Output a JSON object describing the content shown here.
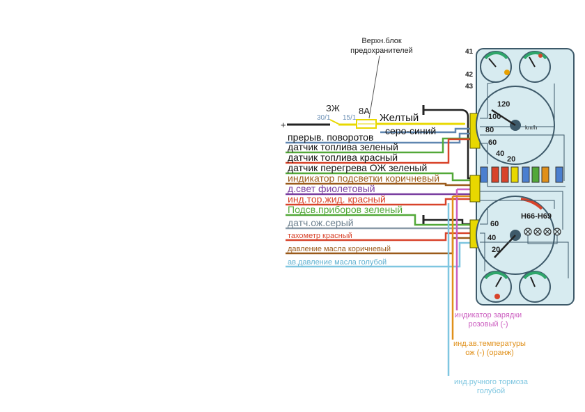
{
  "fuse": {
    "header": [
      "Верхн.блок",
      "предохранителей"
    ],
    "ignition": "ЗЖ",
    "contact_a": "30/1",
    "contact_b": "15/1",
    "rating": "8А",
    "plus": "+"
  },
  "wires": [
    {
      "label": "Желтый",
      "color": "#e8d800"
    },
    {
      "label": "серо-синий",
      "color": "#5f86b0"
    },
    {
      "label": "прерыв. поворотов",
      "color": "#5f86b0"
    },
    {
      "label": "датчик топлива зеленый",
      "color": "#52a838"
    },
    {
      "label": "датчик топлива красный",
      "color": "#d8432a"
    },
    {
      "label": "датчик перегрева ОЖ зеленый",
      "color": "#52a838"
    },
    {
      "label": "индикатор подсветки коричневый",
      "color": "#9a5a1a"
    },
    {
      "label": "д.свет фиолетовый",
      "color": "#7a3fa0"
    },
    {
      "label": "инд.тор.жид. красный",
      "color": "#d8432a"
    },
    {
      "label": "Подсв.приборов зеленый",
      "color": "#52a838"
    },
    {
      "label": "датч.ож.серый",
      "color": "#8a9aa8"
    },
    {
      "label": "тахометр красный",
      "color": "#d8432a"
    },
    {
      "label": "давление масла коричневый",
      "color": "#9a5a1a"
    },
    {
      "label": "ав.давление масла голубой",
      "color": "#7ec6e0"
    }
  ],
  "bottom_labels": [
    {
      "lines": [
        "индикатор зарядки",
        "розовый (-)"
      ],
      "color": "#cc5fc0"
    },
    {
      "lines": [
        "инд.ав.температуры",
        "ож (-) (оранж)"
      ],
      "color": "#e0901a"
    },
    {
      "lines": [
        "инд.ручного тормоза",
        "голубой"
      ],
      "color": "#7ec6e0"
    }
  ],
  "pins": [
    "41",
    "42",
    "43"
  ],
  "lamp_code": "Н66-Н69",
  "speedometer_ticks": [
    "120",
    "100",
    "80",
    "60",
    "40",
    "20"
  ],
  "speed_unit": "km/h",
  "tacho_ticks": [
    "60",
    "40",
    "20"
  ],
  "colors": {
    "cluster_fill": "#d7ebf0",
    "cluster_stroke": "#3e5a6a",
    "black_wire": "#222222",
    "fuse_yellow": "#f0e000"
  }
}
